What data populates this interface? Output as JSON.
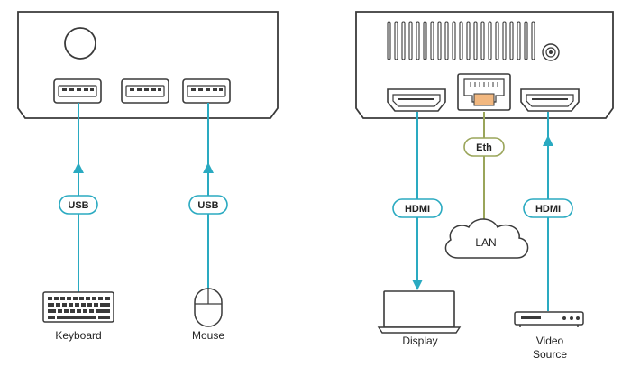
{
  "colors": {
    "connector": "#2aaac1",
    "outline": "#3a3a3a",
    "cloud_line": "#9aa55a",
    "label_border": "#2aaac1"
  },
  "left_device": {
    "icons": [
      "power-button-icon",
      "usb-port-icon",
      "usb-port-icon",
      "usb-port-icon"
    ],
    "cables": [
      {
        "label": "USB",
        "peripheral": "Keyboard",
        "icon": "keyboard-icon"
      },
      {
        "label": "USB",
        "peripheral": "Mouse",
        "icon": "mouse-icon"
      }
    ]
  },
  "right_device": {
    "icons": [
      "vent-grille-icon",
      "audio-jack-icon",
      "hdmi-port-icon",
      "ethernet-port-icon",
      "hdmi-port-icon"
    ],
    "cables": [
      {
        "label": "HDMI",
        "peripheral": "Display",
        "icon": "display-icon"
      },
      {
        "label": "Eth",
        "peripheral": "LAN",
        "icon": "cloud-icon"
      },
      {
        "label": "HDMI",
        "peripheral_line1": "Video",
        "peripheral_line2": "Source",
        "icon": "video-source-icon"
      }
    ]
  }
}
